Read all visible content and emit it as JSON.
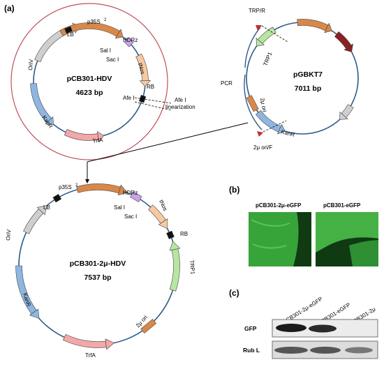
{
  "panel_a": {
    "letter": "(a)",
    "plasmid1": {
      "name": "pCB301-HDV",
      "size": "4623 bp",
      "labels": {
        "orIV": "OriV",
        "lb": "LB",
        "p35s": "p35S",
        "sup": "2",
        "hdrz": "HDRz",
        "sal": "Sal I",
        "sac": "Sac I",
        "tnos": "tNos",
        "rb": "RB",
        "afe": "Afe I",
        "kanr": "KanR",
        "trfa": "TrfA"
      }
    },
    "linearization": {
      "line1": "Afe I",
      "line2": "linearization"
    },
    "plasmid2": {
      "name": "pGBKT7",
      "size": "7011 bp",
      "labels": {
        "trp1": "TRP1",
        "ori2u": "2μ ori",
        "kanr": "KanR",
        "trpR": "TRP/R",
        "oriF": "2μ ori/F",
        "pcr": "PCR"
      }
    },
    "plasmid3": {
      "name": "pCB301-2μ-HDV",
      "size": "7537 bp",
      "labels": {
        "orIV": "OriV",
        "lb": "LB",
        "p35s": "p35S",
        "sup": "2",
        "hdrz": "HDRz",
        "sal": "Sal I",
        "sac": "Sac I",
        "tnos": "tNos",
        "rb": "RB",
        "trp1": "TRP1",
        "ori2u": "2μ ori",
        "trfa": "TrfA",
        "kanr": "KanR"
      }
    }
  },
  "panel_b": {
    "letter": "(b)",
    "image1": "pCB301-2μ-eGFP",
    "image2": "pCB301-eGFP"
  },
  "panel_c": {
    "letter": "(c)",
    "lanes": [
      "pCB301-2μ-eGFP",
      "pCB301-eGFP",
      "pCB301-2μ"
    ],
    "rows": [
      "GFP",
      "Rub L"
    ]
  },
  "colors": {
    "ring_outline": "#c0505a",
    "backbone": "#2e5a88",
    "arrow_orange": "#d8884a",
    "arrow_blue": "#8fb6e0",
    "arrow_pink": "#f2a8a8",
    "arrow_green": "#b8e6a0",
    "arrow_grey": "#cfcfcf",
    "arrow_red": "#8b2020",
    "hdrz": "#c9a3e6",
    "tnos": "#f7c9a0",
    "gfp_green": "#3fae3f"
  }
}
